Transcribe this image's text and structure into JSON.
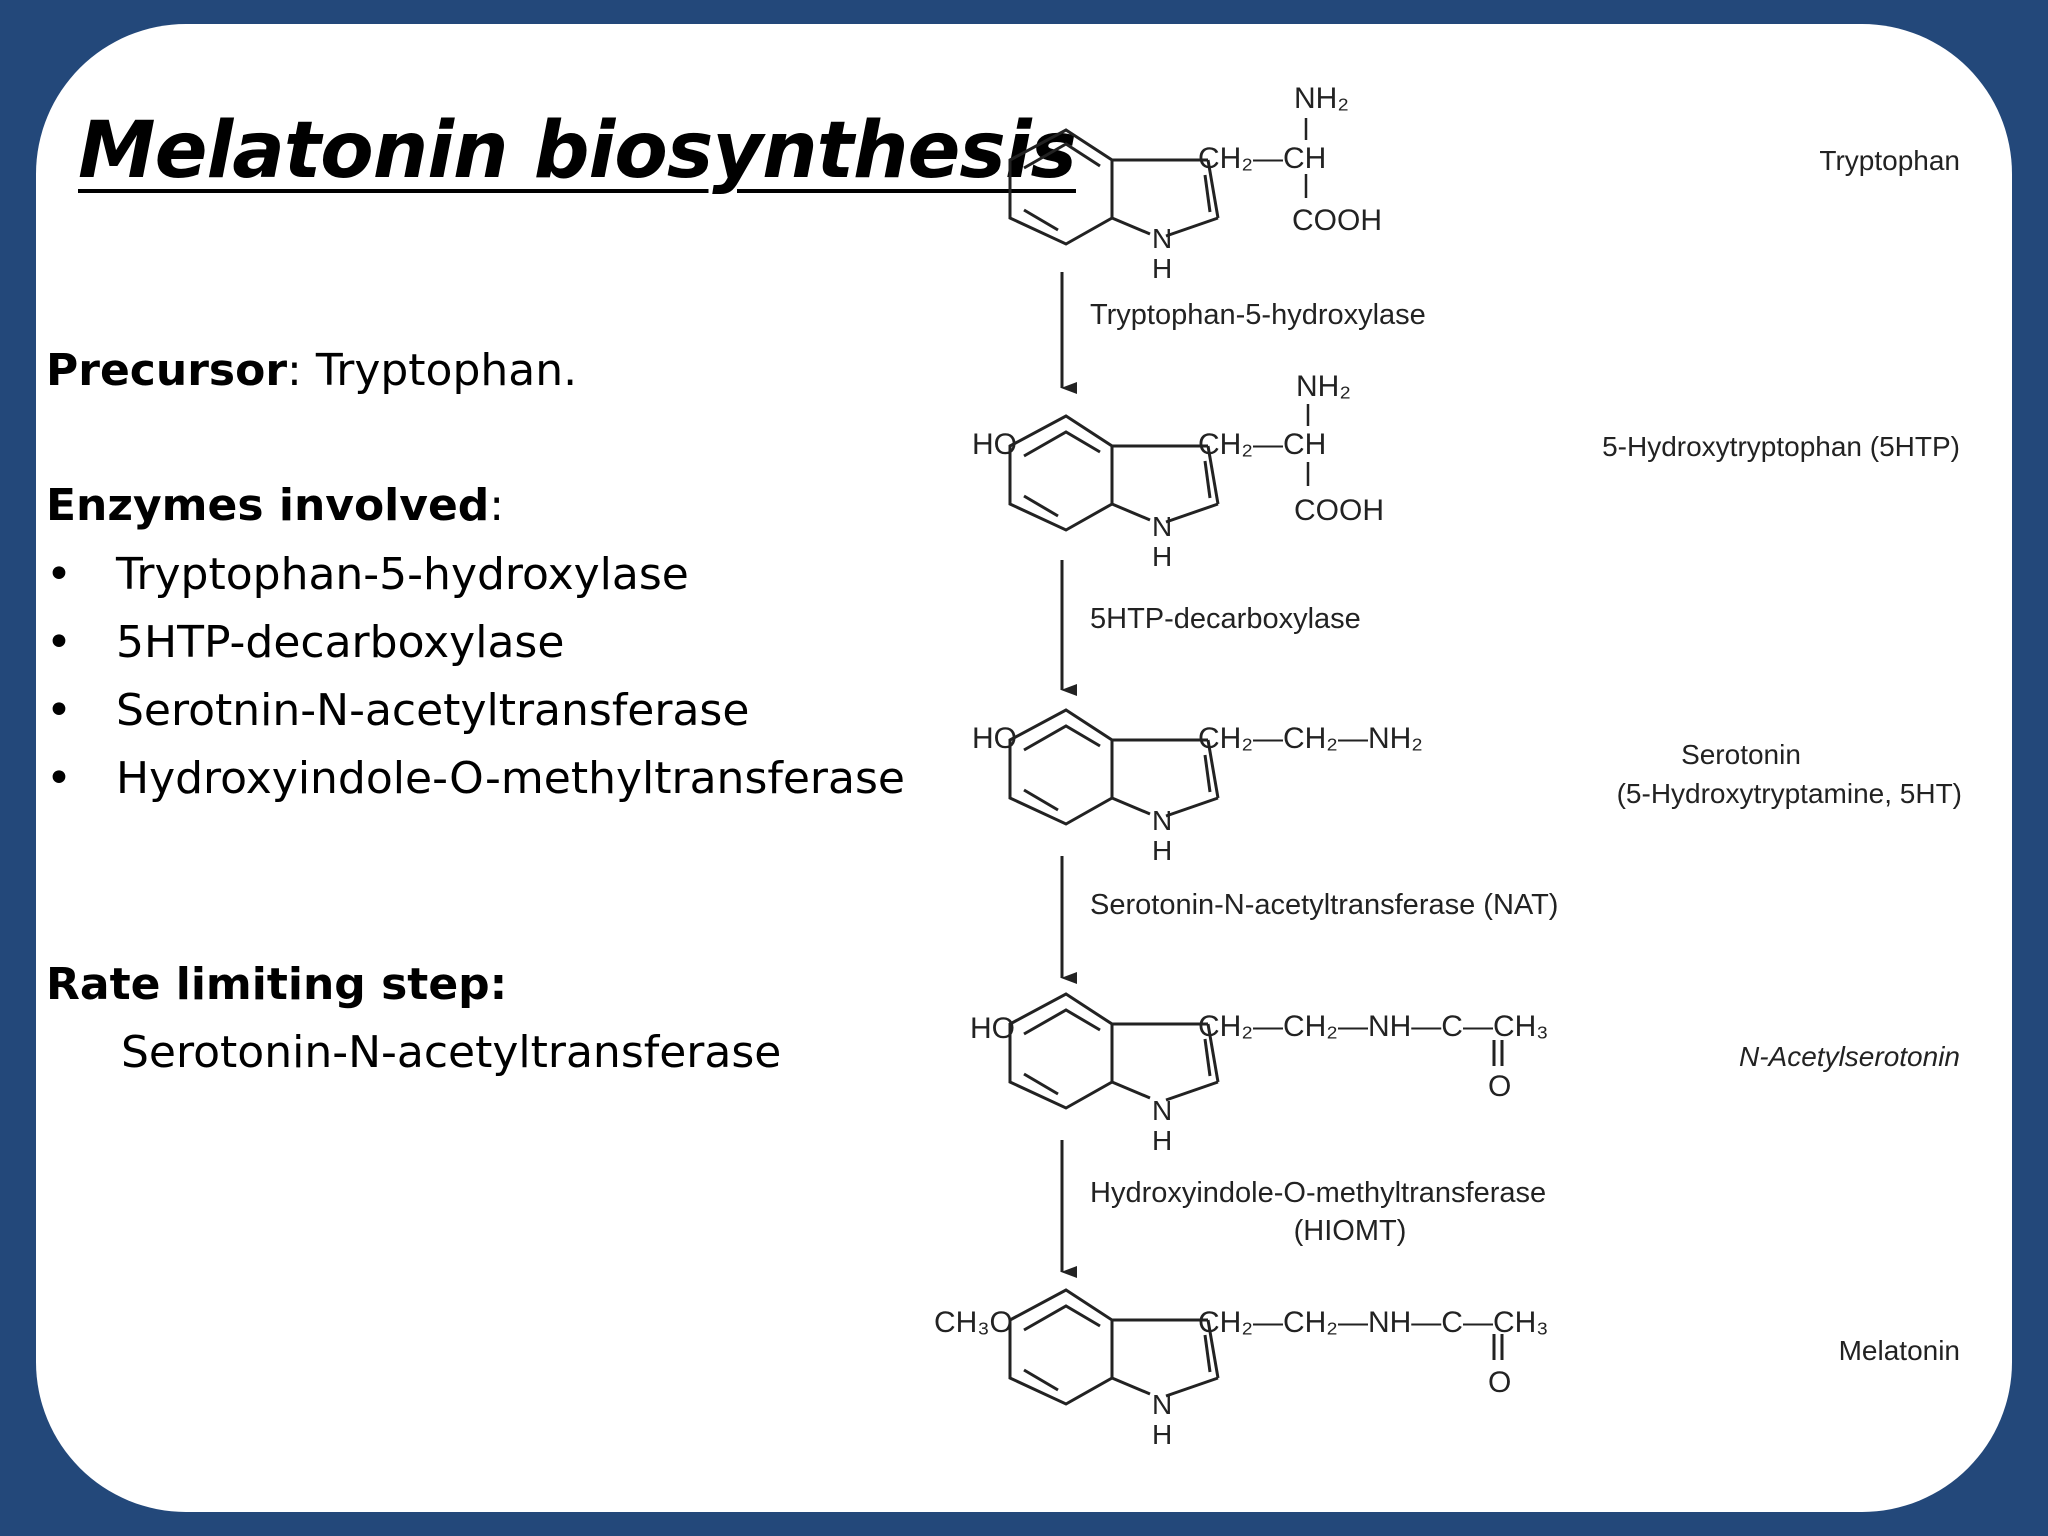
{
  "slide": {
    "title": "Melatonin biosynthesis",
    "precursor_label": "Precursor",
    "precursor_value": ":  Tryptophan.",
    "enzymes_label": "Enzymes involved",
    "enzymes_colon": ":",
    "enzymes": [
      "Tryptophan-5-hydroxylase",
      "5HTP-decarboxylase",
      "Serotnin-N-acetyltransferase",
      "Hydroxyindole-O-methyltransferase"
    ],
    "bullet_char": "•",
    "rate_label": "Rate limiting step:",
    "rate_value": "Serotonin-N-acetyltransferase"
  },
  "pathway": {
    "compounds": [
      {
        "name": "Tryptophan",
        "name2": "",
        "substituent": "",
        "side": [
          "CH₂—CH"
        ],
        "upper": "NH₂",
        "lower": "COOH",
        "acyl": ""
      },
      {
        "name": "5-Hydroxytryptophan (5HTP)",
        "name2": "",
        "substituent": "HO",
        "side": [
          "CH₂—CH"
        ],
        "upper": "NH₂",
        "lower": "COOH",
        "acyl": ""
      },
      {
        "name": "Serotonin",
        "name2": "(5-Hydroxytryptamine, 5HT)",
        "substituent": "HO",
        "side": [
          "CH₂—CH₂—NH₂"
        ],
        "upper": "",
        "lower": "",
        "acyl": ""
      },
      {
        "name": "N-Acetylserotonin",
        "name2": "",
        "substituent": "HO",
        "side": [
          "CH₂—CH₂—NH—C—CH₃"
        ],
        "upper": "",
        "lower": "",
        "acyl": "O"
      },
      {
        "name": "Melatonin",
        "name2": "",
        "substituent": "CH₃O",
        "side": [
          "CH₂—CH₂—NH—C—CH₃"
        ],
        "upper": "",
        "lower": "",
        "acyl": "O"
      }
    ],
    "ring_n": "N",
    "ring_h": "H",
    "enzymes": [
      {
        "line1": "Tryptophan-5-hydroxylase",
        "line2": ""
      },
      {
        "line1": "5HTP-decarboxylase",
        "line2": ""
      },
      {
        "line1": "Serotonin-N-acetyltransferase (NAT)",
        "line2": ""
      },
      {
        "line1": "Hydroxyindole-O-methyltransferase",
        "line2": "(HIOMT)"
      }
    ]
  }
}
